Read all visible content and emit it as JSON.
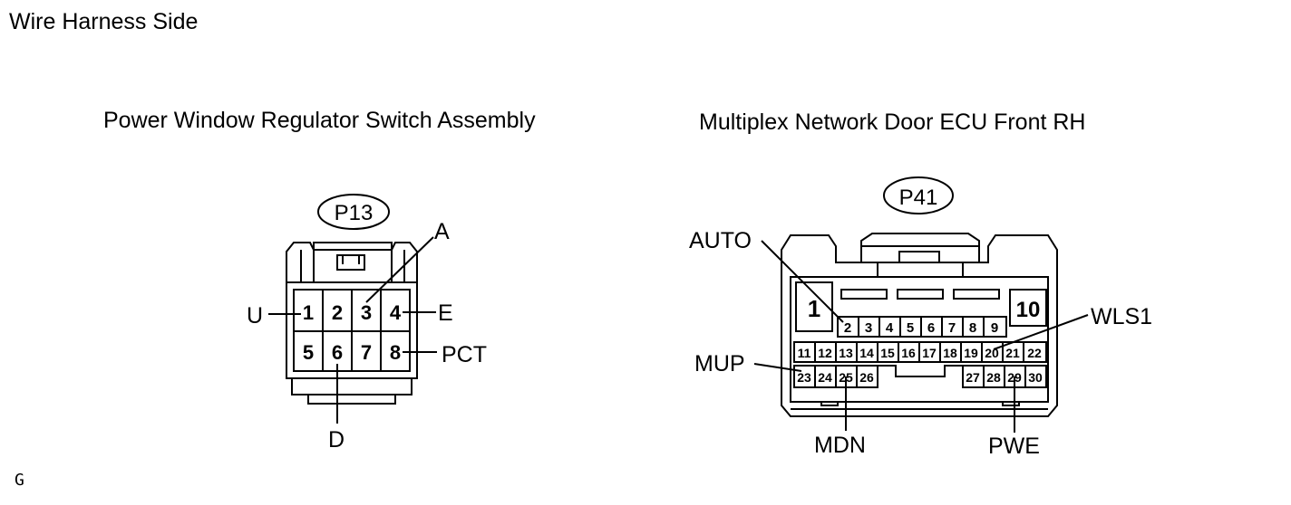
{
  "page_title": "Wire Harness Side",
  "footer_mark": "G",
  "connectors": [
    {
      "title": "Power Window Regulator Switch Assembly",
      "code": "P13",
      "pins": [
        "1",
        "2",
        "3",
        "4",
        "5",
        "6",
        "7",
        "8"
      ],
      "labels": [
        "U",
        "A",
        "E",
        "PCT",
        "D"
      ]
    },
    {
      "title": "Multiplex Network Door ECU Front RH",
      "code": "P41",
      "pins": [
        "1",
        "2",
        "3",
        "4",
        "5",
        "6",
        "7",
        "8",
        "9",
        "10",
        "11",
        "12",
        "13",
        "14",
        "15",
        "16",
        "17",
        "18",
        "19",
        "20",
        "21",
        "22",
        "23",
        "24",
        "25",
        "26",
        "27",
        "28",
        "29",
        "30"
      ],
      "labels": [
        "AUTO",
        "WLS1",
        "MUP",
        "MDN",
        "PWE"
      ]
    }
  ]
}
